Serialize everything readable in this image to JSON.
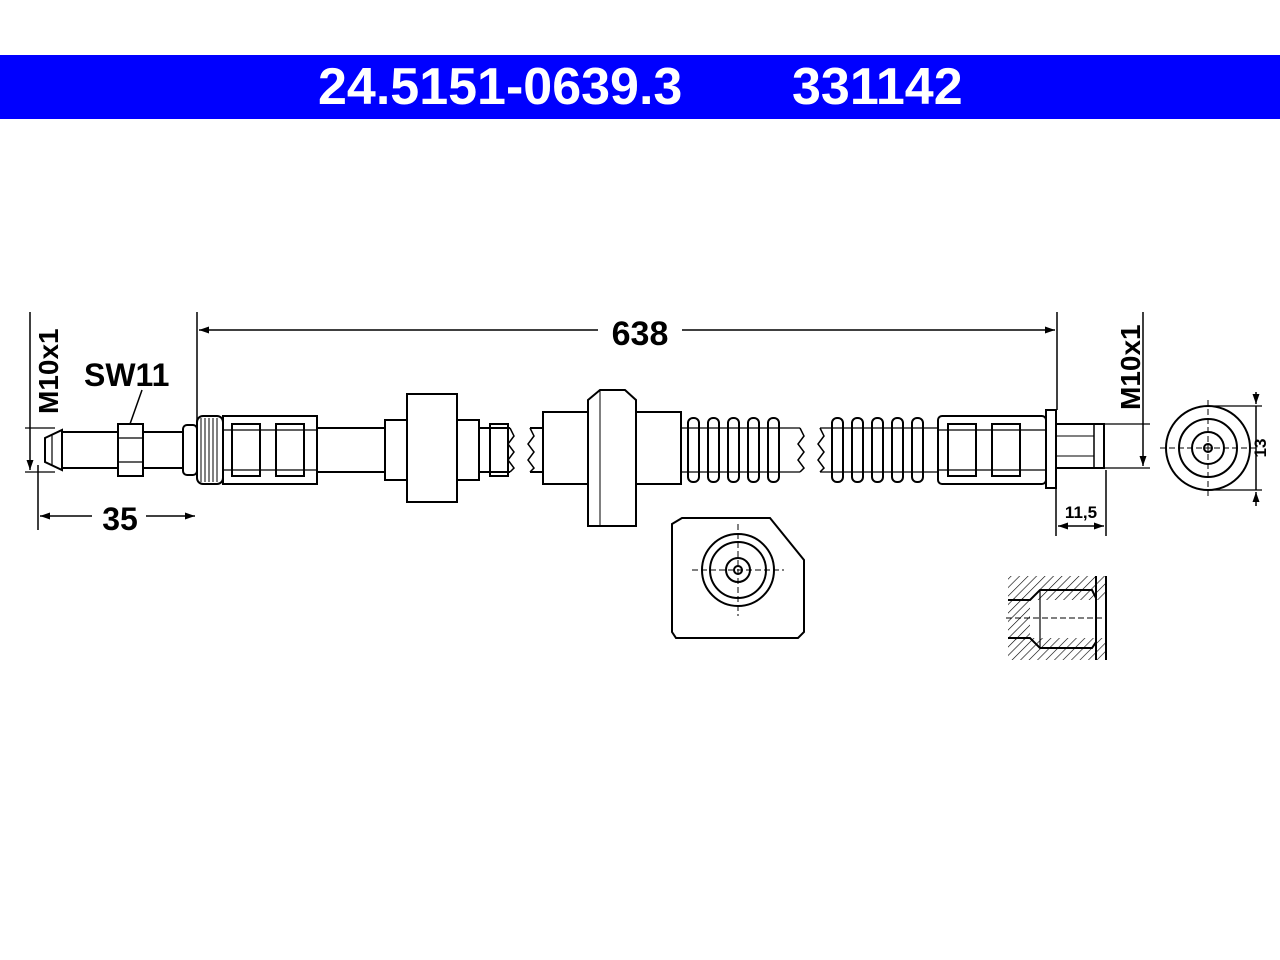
{
  "header": {
    "part_number": "24.5151-0639.3",
    "ref_number": "331142",
    "background_color": "#0000ff",
    "text_color": "#ffffff"
  },
  "dimensions": {
    "total_length": "638",
    "thread_left": "M10x1",
    "wrench_size": "SW11",
    "left_fitting_length": "35",
    "thread_right": "M10x1",
    "right_fitting_length": "11,5",
    "end_diameter": "13"
  }
}
